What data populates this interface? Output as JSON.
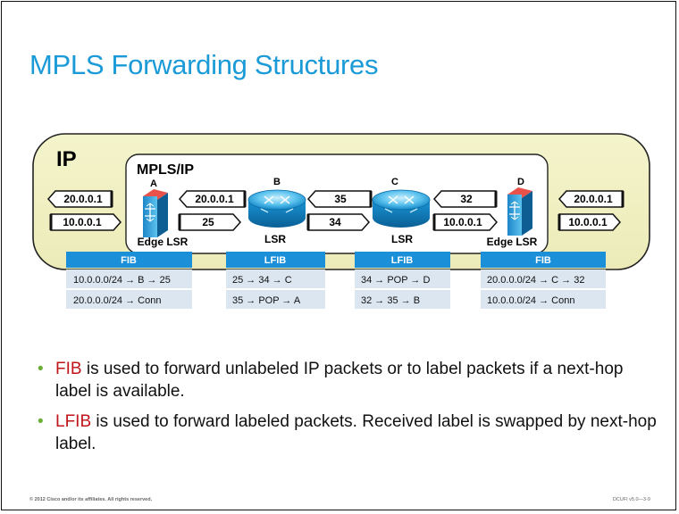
{
  "title": "MPLS Forwarding Structures",
  "diagram": {
    "outer_label": "IP",
    "inner_label": "MPLS/IP",
    "routers": [
      {
        "letter": "A",
        "role": "Edge LSR"
      },
      {
        "letter": "B",
        "role": "LSR"
      },
      {
        "letter": "C",
        "role": "LSR"
      },
      {
        "letter": "D",
        "role": "Edge LSR"
      }
    ],
    "packets": {
      "left_top": "20.0.0.1",
      "left_bottom": "10.0.0.1",
      "ab_top": "20.0.0.1",
      "ab_bottom": "25",
      "bc_top": "35",
      "bc_bottom": "34",
      "cd_top": "32",
      "cd_bottom": "10.0.0.1",
      "right_top": "20.0.0.1",
      "right_bottom": "10.0.0.1"
    },
    "tables": [
      {
        "header": "FIB",
        "rows": [
          "10.0.0.0/24 → B → 25",
          "20.0.0.0/24 → Conn"
        ]
      },
      {
        "header": "LFIB",
        "rows": [
          "25 → 34 → C",
          "35 → POP → A"
        ]
      },
      {
        "header": "LFIB",
        "rows": [
          "34 → POP → D",
          "32 → 35 → B"
        ]
      },
      {
        "header": "FIB",
        "rows": [
          "20.0.0.0/24 → C → 32",
          "10.0.0.0/24 → Conn"
        ]
      }
    ]
  },
  "bullets": [
    {
      "term": "FIB",
      "text": " is used to forward unlabeled IP packets or to label packets if a next-hop label is available."
    },
    {
      "term": "LFIB",
      "text": " is used to forward labeled packets. Received label is swapped by next-hop label."
    }
  ],
  "footer": {
    "left": "© 2012 Cisco and/or its affiliates. All rights reserved.",
    "right": "DCUFI v5.0—3-9"
  },
  "colors": {
    "title": "#1a9bd7",
    "ip_cloud": "#f0f0c4",
    "table_header": "#1b8fd8",
    "table_row": "#dbe6f0",
    "bullet_term": "#c0141b",
    "bullet_dot": "#6dae39"
  }
}
